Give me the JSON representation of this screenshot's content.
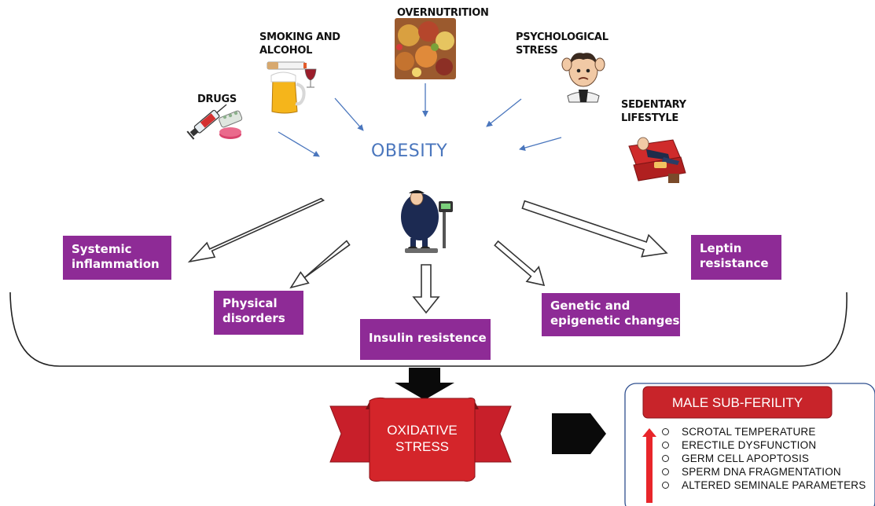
{
  "causes": {
    "overnutrition": "OVERNUTRITION",
    "smoking_alcohol": "SMOKING AND\nALCOHOL",
    "psychological_stress": "PSYCHOLOGICAL\nSTRESS",
    "drugs": "DRUGS",
    "sedentary_lifestyle": "SEDENTARY\nLIFESTYLE"
  },
  "center": {
    "title": "OBESITY"
  },
  "consequences": {
    "systemic_inflammation": "Systemic\ninflammation",
    "physical_disorders": "Physical\ndisorders",
    "insulin_resistance": "Insulin resistence",
    "genetic_epigenetic": "Genetic and\nepigenetic changes",
    "leptin_resistance": "Leptin\nresistance"
  },
  "oxidative_stress": {
    "label": "OXIDATIVE\nSTRESS"
  },
  "male_subfertility": {
    "title": "MALE SUB-FERILITY",
    "items": [
      "SCROTAL TEMPERATURE",
      "ERECTILE DYSFUNCTION",
      "GERM CELL APOPTOSIS",
      "SPERM DNA FRAGMENTATION",
      "ALTERED SEMINALE PARAMETERS"
    ]
  },
  "colors": {
    "purple": "#8e2b96",
    "blue_arrow": "#4a76bd",
    "red": "#cf2b2b",
    "banner_red": "#d4252a",
    "panel_border": "#2f4f8f"
  }
}
